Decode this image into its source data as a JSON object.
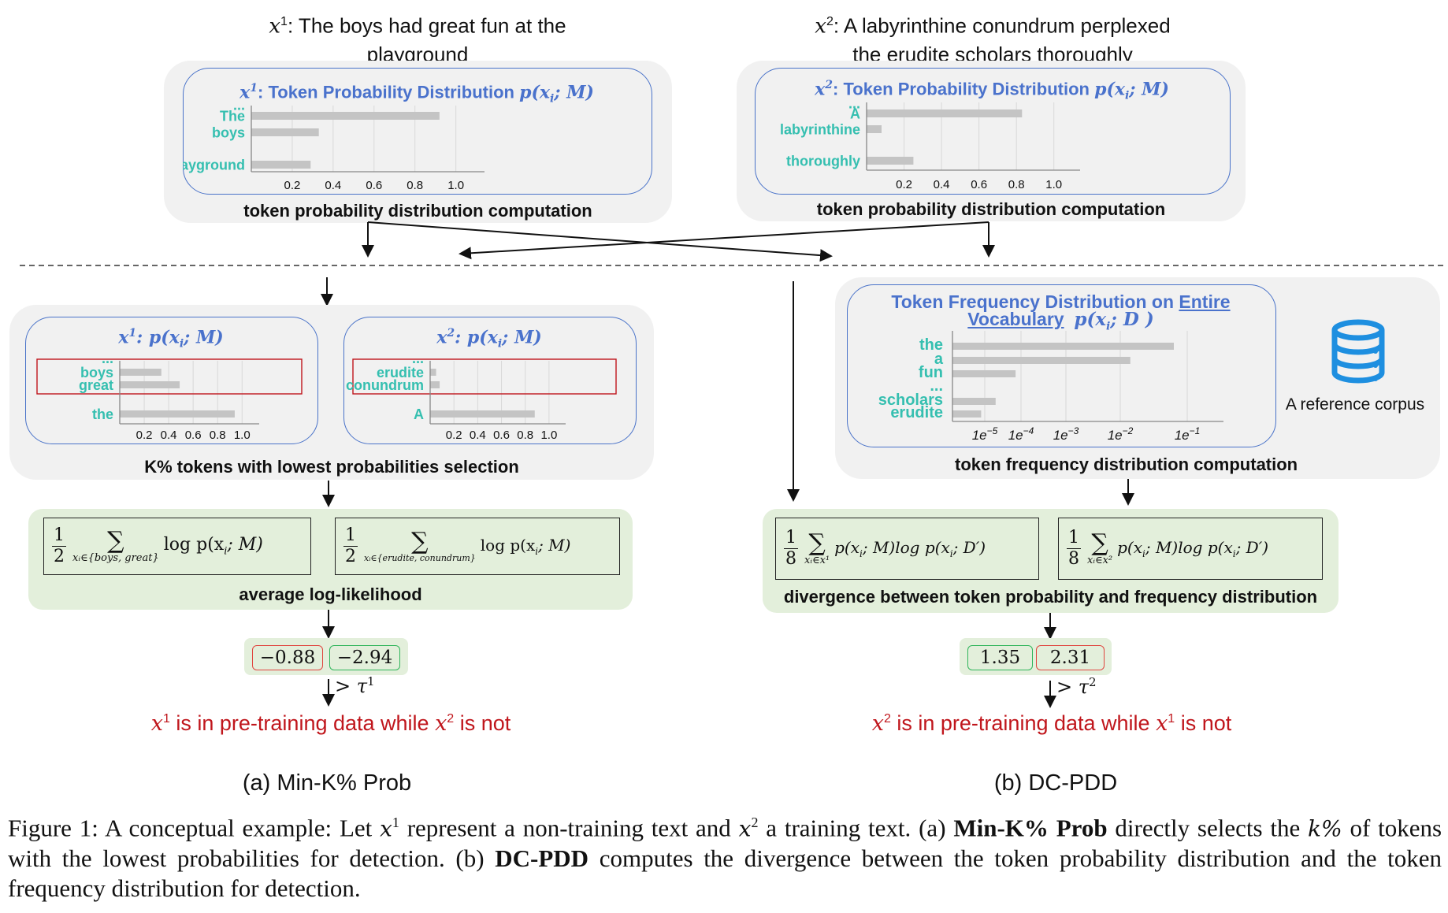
{
  "top": {
    "x1_sentence": {
      "var": "x",
      "sup": "1",
      "line1": ": The boys had great fun at the",
      "line2": "playground"
    },
    "x2_sentence": {
      "var": "x",
      "sup": "2",
      "line1": ": A labyrinthine conundrum perplexed",
      "line2": "the erudite scholars thoroughly"
    },
    "x1_box": {
      "title_var": "x",
      "title_sup": "1",
      "title_text": ": Token Probability Distribution ",
      "title_math": "p(x",
      "title_math_sub": "i",
      "title_math_end": "; M)",
      "caption": "token probability distribution computation"
    },
    "x2_box": {
      "title_var": "x",
      "title_sup": "2",
      "title_text": ": Token Probability Distribution ",
      "title_math": "p(x",
      "title_math_sub": "i",
      "title_math_end": "; M)",
      "caption": "token probability distribution computation"
    }
  },
  "left": {
    "x1_box": {
      "title_var": "x",
      "title_sup": "1",
      "title_math": ": p(x",
      "title_math_sub": "i",
      "title_math_end": "; M)"
    },
    "x2_box": {
      "title_var": "x",
      "title_sup": "2",
      "title_math": ": p(x",
      "title_math_sub": "i",
      "title_math_end": "; M)"
    },
    "selection_caption": "K% tokens with lowest probabilities selection",
    "formula1": {
      "num": "1",
      "den": "2",
      "sum_sub": "xᵢ∈{boys, great}",
      "term": "log p(x",
      "term_sub": "i",
      "term_end": "; M)"
    },
    "formula2": {
      "num": "1",
      "den": "2",
      "sum_sub": "xᵢ∈{erudite, conundrum}",
      "term": "log p(x",
      "term_sub": "i",
      "term_end": "; M)"
    },
    "formula_caption": "average log-likelihood",
    "scores": [
      {
        "value": "−0.88",
        "status": "red"
      },
      {
        "value": "−2.94",
        "status": "green"
      }
    ],
    "threshold": {
      "prefix": "> ",
      "var": "τ",
      "sup": "1"
    },
    "conclusion": {
      "a_var": "x",
      "a_sup": "1",
      "mid": " is in pre-training data while ",
      "b_var": "x",
      "b_sup": "2",
      "end": " is not"
    },
    "subcaption": "(a) Min-K% Prob"
  },
  "right": {
    "freq_box": {
      "title_line1_a": "Token Frequency Distribution on ",
      "title_line1_b": "Entire",
      "title_line2_a": "Vocabulary",
      "title_math": "p(x",
      "title_math_sub": "i",
      "title_math_end": "; D )",
      "caption": "token frequency distribution computation"
    },
    "corpus_label": "A reference corpus",
    "corpus_icon": "database-icon",
    "formula1": {
      "num": "1",
      "den": "8",
      "sum_sub": "xᵢ∈x¹",
      "term": "p(x",
      "term_sub": "i",
      "term_mid": "; M)log p(x",
      "term_sub2": "i",
      "term_end": "; D′)"
    },
    "formula2": {
      "num": "1",
      "den": "8",
      "sum_sub": "xᵢ∈x²",
      "term": "p(x",
      "term_sub": "i",
      "term_mid": "; M)log p(x",
      "term_sub2": "i",
      "term_end": "; D′)"
    },
    "formula_caption": "divergence between token probability and frequency distribution",
    "scores": [
      {
        "value": "1.35",
        "status": "green"
      },
      {
        "value": "2.31",
        "status": "red"
      }
    ],
    "threshold": {
      "prefix": "> ",
      "var": "τ",
      "sup": "2"
    },
    "conclusion": {
      "a_var": "x",
      "a_sup": "2",
      "mid": " is in pre-training data while ",
      "b_var": "x",
      "b_sup": "1",
      "end": " is not"
    },
    "subcaption": "(b) DC-PDD"
  },
  "figure_caption": {
    "p1": "Figure 1: A conceptual example: Let ",
    "v1": "x",
    "s1": "1",
    "p2": " represent a non-training text and ",
    "v2": "x",
    "s2": "2",
    "p3": " a training text. (a) ",
    "b1": "Min-K% Prob",
    "p4": " directly selects the ",
    "v3": "k%",
    "p5": " of tokens with the lowest probabilities for detection. (b) ",
    "b2": "DC-PDD",
    "p6": " computes the divergence between the token probability distribution and the token frequency distribution for detection."
  },
  "colors": {
    "token_teal": "#35bfb0",
    "title_blue": "#4a72cc",
    "bar_gray": "#c4c4c4",
    "highlight_red": "#c0161c",
    "score_green": "#2fb55a",
    "panel_gray": "#f1f1f1",
    "panel_green": "#e3efdb",
    "db_blue": "#1e8fe0"
  },
  "chart_data": [
    {
      "type": "bar",
      "title": "x1: Token Probability Distribution p(x_i; M)",
      "orientation": "horizontal",
      "categories": [
        "The",
        "boys",
        "...",
        "playground"
      ],
      "values": [
        0.92,
        0.33,
        null,
        0.29
      ],
      "xticks": [
        "0.2",
        "0.4",
        "0.6",
        "0.8",
        "1.0"
      ],
      "xlim": [
        0,
        1.14
      ],
      "grid": true
    },
    {
      "type": "bar",
      "title": "x2: Token Probability Distribution p(x_i; M)",
      "orientation": "horizontal",
      "categories": [
        "A",
        "labyrinthine",
        "...",
        "thoroughly"
      ],
      "values": [
        0.83,
        0.08,
        null,
        0.25
      ],
      "xticks": [
        "0.2",
        "0.4",
        "0.6",
        "0.8",
        "1.0"
      ],
      "xlim": [
        0,
        1.14
      ],
      "grid": true
    },
    {
      "type": "bar",
      "title": "x1: p(x_i; M)",
      "orientation": "horizontal",
      "categories": [
        "boys",
        "great",
        "...",
        "the"
      ],
      "values": [
        0.34,
        0.49,
        null,
        0.94
      ],
      "highlighted": [
        "boys",
        "great"
      ],
      "xticks": [
        "0.2",
        "0.4",
        "0.6",
        "0.8",
        "1.0"
      ],
      "xlim": [
        0,
        1.14
      ],
      "grid": true
    },
    {
      "type": "bar",
      "title": "x2: p(x_i; M)",
      "orientation": "horizontal",
      "categories": [
        "erudite",
        "conundrum",
        "...",
        "A"
      ],
      "values": [
        0.05,
        0.08,
        null,
        0.88
      ],
      "highlighted": [
        "erudite",
        "conundrum"
      ],
      "xticks": [
        "0.2",
        "0.4",
        "0.6",
        "0.8",
        "1.0"
      ],
      "xlim": [
        0,
        1.14
      ],
      "grid": true
    },
    {
      "type": "bar",
      "title": "Token Frequency Distribution on Entire Vocabulary p(x_i; D)",
      "orientation": "horizontal",
      "xscale": "log",
      "categories": [
        "the",
        "a",
        "fun",
        "...",
        "scholars",
        "erudite"
      ],
      "values_log10": [
        -1.2,
        -1.85,
        -4.15,
        null,
        -4.7,
        -5.1
      ],
      "xticks": [
        "1e-5",
        "1e-4",
        "1e-3",
        "1e-2",
        "1e-1"
      ],
      "xticks_log10": [
        -5,
        -4,
        -3,
        -2,
        -1
      ],
      "xlim_log10": [
        -5.6,
        -0.3
      ],
      "grid": true
    }
  ]
}
